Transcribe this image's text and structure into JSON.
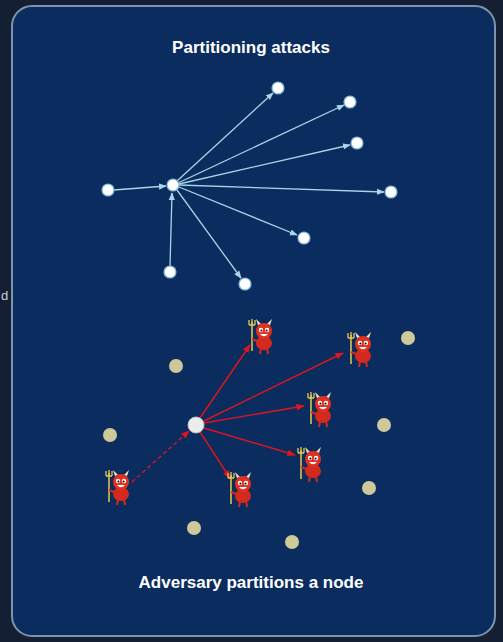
{
  "diagram": {
    "title": "Partitioning attacks",
    "caption": "Adversary partitions a node",
    "labels": [
      "d"
    ]
  }
}
